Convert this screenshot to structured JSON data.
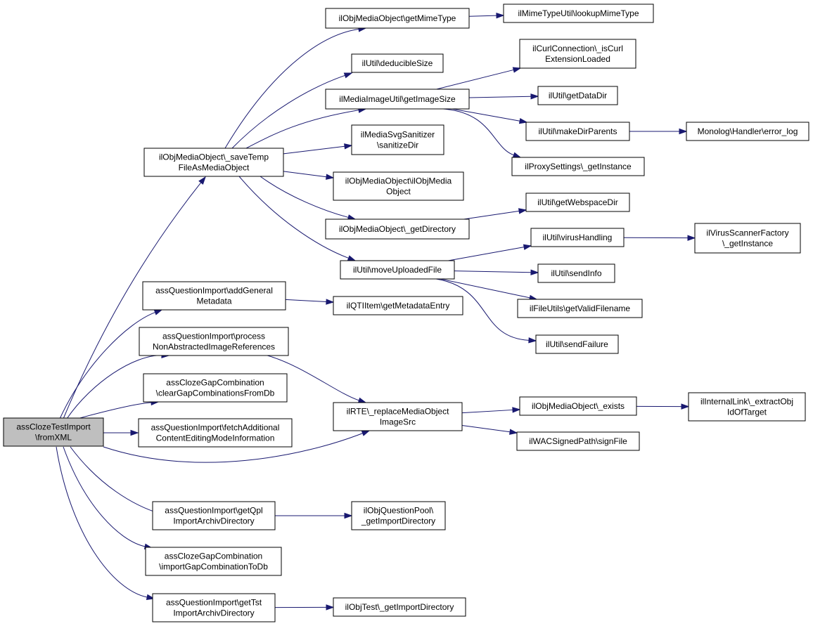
{
  "colors": {
    "node_fill": "#ffffff",
    "root_fill": "#bfbfbf",
    "border": "#000000",
    "edge": "#191970"
  },
  "nodes": [
    {
      "id": "root",
      "lines": [
        "assClozeTestImport",
        "\\fromXML"
      ],
      "root": true
    },
    {
      "id": "n_saveTemp",
      "lines": [
        "ilObjMediaObject\\_saveTemp",
        "FileAsMediaObject"
      ]
    },
    {
      "id": "n_addGeneral",
      "lines": [
        "assQuestionImport\\addGeneral",
        "Metadata"
      ]
    },
    {
      "id": "n_processNon",
      "lines": [
        "assQuestionImport\\process",
        "NonAbstractedImageReferences"
      ]
    },
    {
      "id": "n_clearGap",
      "lines": [
        "assClozeGapCombination",
        "\\clearGapCombinationsFromDb"
      ]
    },
    {
      "id": "n_fetchAdd",
      "lines": [
        "assQuestionImport\\fetchAdditional",
        "ContentEditingModeInformation"
      ]
    },
    {
      "id": "n_getQpl",
      "lines": [
        "assQuestionImport\\getQpl",
        "ImportArchivDirectory"
      ]
    },
    {
      "id": "n_importGap",
      "lines": [
        "assClozeGapCombination",
        "\\importGapCombinationToDb"
      ]
    },
    {
      "id": "n_getTst",
      "lines": [
        "assQuestionImport\\getTst",
        "ImportArchivDirectory"
      ]
    },
    {
      "id": "n_getMime",
      "lines": [
        "ilObjMediaObject\\getMimeType"
      ]
    },
    {
      "id": "n_deducible",
      "lines": [
        "ilUtil\\deducibleSize"
      ]
    },
    {
      "id": "n_getImageSize",
      "lines": [
        "ilMediaImageUtil\\getImageSize"
      ]
    },
    {
      "id": "n_svgSan",
      "lines": [
        "ilMediaSvgSanitizer",
        "\\sanitizeDir"
      ]
    },
    {
      "id": "n_ilObjMedia",
      "lines": [
        "ilObjMediaObject\\ilObjMedia",
        "Object"
      ]
    },
    {
      "id": "n_getDirectory",
      "lines": [
        "ilObjMediaObject\\_getDirectory"
      ]
    },
    {
      "id": "n_moveUploaded",
      "lines": [
        "ilUtil\\moveUploadedFile"
      ]
    },
    {
      "id": "n_getMetadata",
      "lines": [
        "ilQTIItem\\getMetadataEntry"
      ]
    },
    {
      "id": "n_replaceMedia",
      "lines": [
        "ilRTE\\_replaceMediaObject",
        "ImageSrc"
      ]
    },
    {
      "id": "n_qplImportDir",
      "lines": [
        "ilObjQuestionPool\\",
        "_getImportDirectory"
      ]
    },
    {
      "id": "n_tstImportDir",
      "lines": [
        "ilObjTest\\_getImportDirectory"
      ]
    },
    {
      "id": "n_lookupMime",
      "lines": [
        "ilMimeTypeUtil\\lookupMimeType"
      ]
    },
    {
      "id": "n_curl",
      "lines": [
        "ilCurlConnection\\_isCurl",
        "ExtensionLoaded"
      ]
    },
    {
      "id": "n_getDataDir",
      "lines": [
        "ilUtil\\getDataDir"
      ]
    },
    {
      "id": "n_makeDirParents",
      "lines": [
        "ilUtil\\makeDirParents"
      ]
    },
    {
      "id": "n_proxy",
      "lines": [
        "ilProxySettings\\_getInstance"
      ]
    },
    {
      "id": "n_webspace",
      "lines": [
        "ilUtil\\getWebspaceDir"
      ]
    },
    {
      "id": "n_virusHandling",
      "lines": [
        "ilUtil\\virusHandling"
      ]
    },
    {
      "id": "n_sendInfo",
      "lines": [
        "ilUtil\\sendInfo"
      ]
    },
    {
      "id": "n_validFilename",
      "lines": [
        "ilFileUtils\\getValidFilename"
      ]
    },
    {
      "id": "n_sendFailure",
      "lines": [
        "ilUtil\\sendFailure"
      ]
    },
    {
      "id": "n_exists",
      "lines": [
        "ilObjMediaObject\\_exists"
      ]
    },
    {
      "id": "n_signFile",
      "lines": [
        "ilWACSignedPath\\signFile"
      ]
    },
    {
      "id": "n_errorLog",
      "lines": [
        "Monolog\\Handler\\error_log"
      ]
    },
    {
      "id": "n_virusScanner",
      "lines": [
        "ilVirusScannerFactory",
        "\\_getInstance"
      ]
    },
    {
      "id": "n_extractObj",
      "lines": [
        "ilInternalLink\\_extractObj",
        "IdOfTarget"
      ]
    }
  ],
  "edges": [
    {
      "from": "root",
      "to": "n_saveTemp"
    },
    {
      "from": "root",
      "to": "n_addGeneral"
    },
    {
      "from": "root",
      "to": "n_processNon"
    },
    {
      "from": "root",
      "to": "n_clearGap"
    },
    {
      "from": "root",
      "to": "n_fetchAdd"
    },
    {
      "from": "root",
      "to": "n_replaceMedia"
    },
    {
      "from": "root",
      "to": "n_getQpl"
    },
    {
      "from": "root",
      "to": "n_importGap"
    },
    {
      "from": "root",
      "to": "n_getTst"
    },
    {
      "from": "n_saveTemp",
      "to": "n_getMime"
    },
    {
      "from": "n_saveTemp",
      "to": "n_deducible"
    },
    {
      "from": "n_saveTemp",
      "to": "n_getImageSize"
    },
    {
      "from": "n_saveTemp",
      "to": "n_svgSan"
    },
    {
      "from": "n_saveTemp",
      "to": "n_ilObjMedia"
    },
    {
      "from": "n_saveTemp",
      "to": "n_getDirectory"
    },
    {
      "from": "n_saveTemp",
      "to": "n_moveUploaded"
    },
    {
      "from": "n_getMime",
      "to": "n_lookupMime"
    },
    {
      "from": "n_getImageSize",
      "to": "n_curl"
    },
    {
      "from": "n_getImageSize",
      "to": "n_getDataDir"
    },
    {
      "from": "n_getImageSize",
      "to": "n_makeDirParents"
    },
    {
      "from": "n_getImageSize",
      "to": "n_proxy"
    },
    {
      "from": "n_makeDirParents",
      "to": "n_errorLog"
    },
    {
      "from": "n_getDirectory",
      "to": "n_webspace"
    },
    {
      "from": "n_moveUploaded",
      "to": "n_virusHandling"
    },
    {
      "from": "n_moveUploaded",
      "to": "n_sendInfo"
    },
    {
      "from": "n_moveUploaded",
      "to": "n_validFilename"
    },
    {
      "from": "n_moveUploaded",
      "to": "n_sendFailure"
    },
    {
      "from": "n_virusHandling",
      "to": "n_virusScanner"
    },
    {
      "from": "n_addGeneral",
      "to": "n_getMetadata"
    },
    {
      "from": "n_processNon",
      "to": "n_replaceMedia"
    },
    {
      "from": "n_replaceMedia",
      "to": "n_exists"
    },
    {
      "from": "n_replaceMedia",
      "to": "n_signFile"
    },
    {
      "from": "n_exists",
      "to": "n_extractObj"
    },
    {
      "from": "n_getQpl",
      "to": "n_qplImportDir"
    },
    {
      "from": "n_getTst",
      "to": "n_tstImportDir"
    }
  ]
}
